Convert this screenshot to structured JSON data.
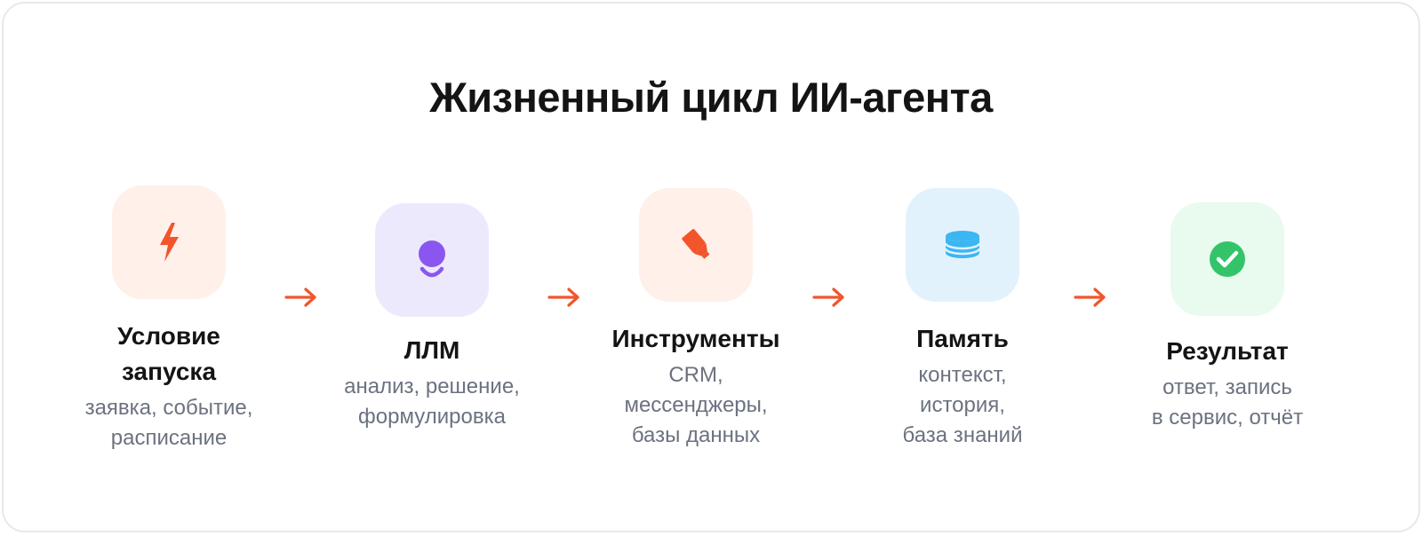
{
  "title": "Жизненный цикл ИИ-агента",
  "colors": {
    "arrow": "#f2552c",
    "heading": "#141414",
    "description": "#6b7280",
    "card_border": "#e6e8ec"
  },
  "steps": [
    {
      "title": "Условие\nзапуска",
      "description": "заявка, событие,\nрасписание",
      "icon": "lightning-icon",
      "tile_color": "#fff0ea",
      "icon_color": "#f2552c"
    },
    {
      "title": "ЛЛМ",
      "description": "анализ, решение,\nформулировка",
      "icon": "brain-bulb-icon",
      "tile_color": "#ece9fd",
      "icon_color": "#8b56f0"
    },
    {
      "title": "Инструменты",
      "description": "CRM,\nмессенджеры,\nбазы данных",
      "icon": "tool-highlighter-icon",
      "tile_color": "#fff0ea",
      "icon_color": "#f2552c"
    },
    {
      "title": "Память",
      "description": "контекст,\nистория,\nбаза знаний",
      "icon": "database-icon",
      "tile_color": "#e2f2fd",
      "icon_color": "#3bb6f2"
    },
    {
      "title": "Результат",
      "description": "ответ, запись\nв сервис, отчёт",
      "icon": "check-circle-icon",
      "tile_color": "#e9faee",
      "icon_color": "#33c46a"
    }
  ]
}
